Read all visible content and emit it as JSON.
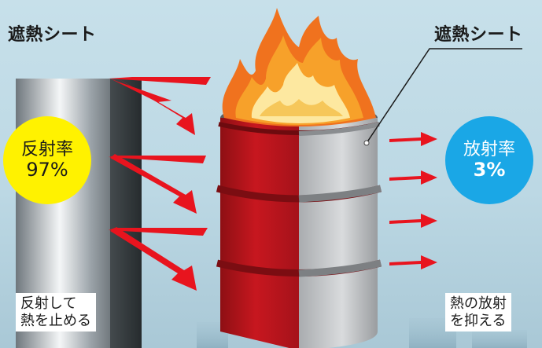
{
  "left_label": "遮熱シート",
  "right_label": "遮熱シート",
  "reflectance": {
    "label": "反射率",
    "value": "97%",
    "color": "#fff200"
  },
  "emissivity": {
    "label": "放射率",
    "value": "3%",
    "color": "#1aa7e6"
  },
  "left_note": {
    "line1": "反射して",
    "line2": "熱を止める"
  },
  "right_note": {
    "line1": "熱の放射",
    "line2": "を抑える"
  },
  "colors": {
    "arrow": "#e8141e",
    "drum_red": "#c0161e",
    "drum_silver": "#c9cbcd"
  }
}
